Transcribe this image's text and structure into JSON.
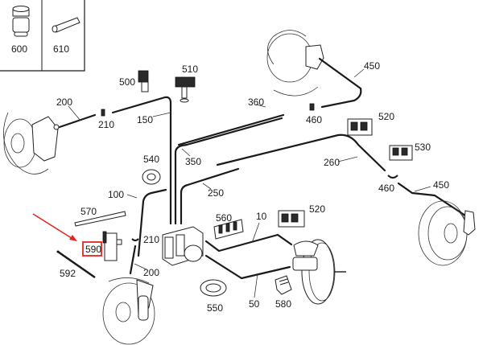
{
  "diagram": {
    "title": "Brake system parts diagram",
    "highlight_color": "#e8231e",
    "highlighted_part": "590",
    "inset_parts": [
      {
        "number": "600",
        "description": "bolt"
      },
      {
        "number": "610",
        "description": "sleeve"
      }
    ],
    "callouts": {
      "p10": "10",
      "p50": "50",
      "p100": "100",
      "p150": "150",
      "p200a": "200",
      "p200b": "200",
      "p210a": "210",
      "p210b": "210",
      "p250": "250",
      "p260": "260",
      "p350": "350",
      "p360": "360",
      "p450a": "450",
      "p450b": "450",
      "p460a": "460",
      "p460b": "460",
      "p500": "500",
      "p510": "510",
      "p520a": "520",
      "p520b": "520",
      "p530": "530",
      "p540": "540",
      "p550": "550",
      "p560": "560",
      "p570": "570",
      "p580": "580",
      "p590": "590",
      "p592": "592",
      "p600": "600",
      "p610": "610"
    }
  }
}
